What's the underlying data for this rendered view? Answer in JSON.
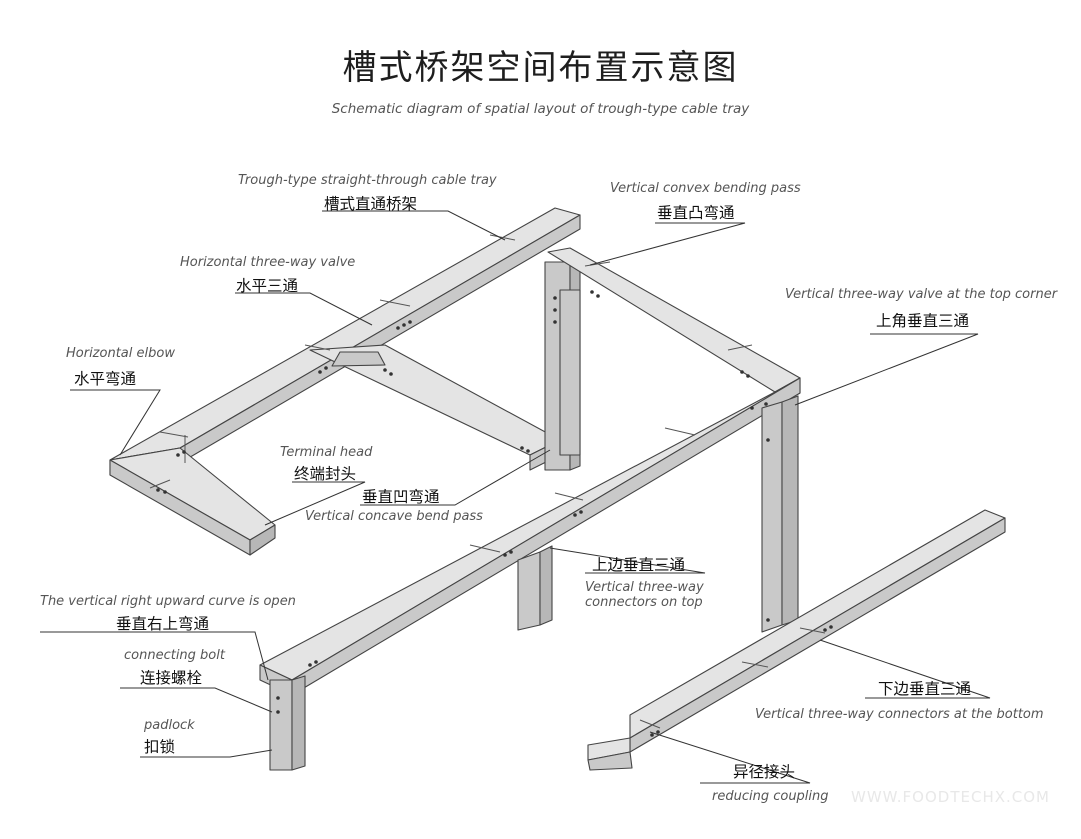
{
  "header": {
    "title": "槽式桥架空间布置示意图",
    "subtitle": "Schematic diagram of spatial layout of trough-type cable tray"
  },
  "labels": {
    "straight_through": {
      "en": "Trough-type straight-through cable tray",
      "zh": "槽式直通桥架"
    },
    "horizontal_tee": {
      "en": "Horizontal three-way valve",
      "zh": "水平三通"
    },
    "horizontal_elbow": {
      "en": "Horizontal elbow",
      "zh": "水平弯通"
    },
    "terminal_head": {
      "en": "Terminal head",
      "zh": "终端封头"
    },
    "concave_bend": {
      "en": "Vertical concave bend pass",
      "zh": "垂直凹弯通"
    },
    "convex_bend": {
      "en": "Vertical convex bending pass",
      "zh": "垂直凸弯通"
    },
    "top_corner_tee": {
      "en": "Vertical three-way valve at the top corner",
      "zh": "上角垂直三通"
    },
    "top_tee": {
      "en_line1": "Vertical three-way",
      "en_line2": "connectors on top",
      "zh": "上边垂直三通"
    },
    "right_upward_curve": {
      "en": "The vertical right upward curve is open",
      "zh": "垂直右上弯通"
    },
    "connecting_bolt": {
      "en": "connecting bolt",
      "zh": "连接螺栓"
    },
    "padlock": {
      "en": "padlock",
      "zh": "扣锁"
    },
    "bottom_tee": {
      "en": "Vertical three-way connectors at the bottom",
      "zh": "下边垂直三通"
    },
    "reducing_coupling": {
      "en": "reducing coupling",
      "zh": "异径接头"
    }
  },
  "watermark": "WWW.FOODTECHX.COM",
  "colors": {
    "tray_top": "#e4e4e4",
    "tray_side": "#c9c9c9",
    "tray_dark": "#b5b5b5",
    "outline": "#444444",
    "leader": "#333333"
  }
}
